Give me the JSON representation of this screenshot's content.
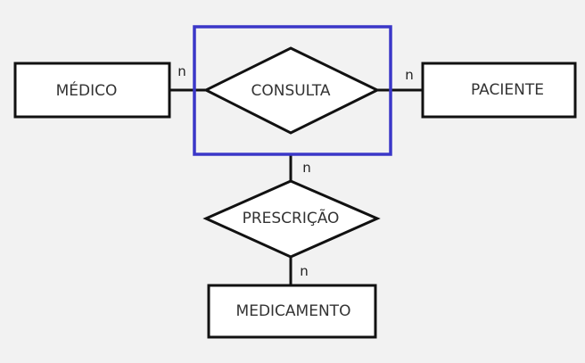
{
  "diagram": {
    "entities": {
      "medico": "MÉDICO",
      "paciente": "PACIENTE",
      "medicamento": "MEDICAMENTO"
    },
    "relationships": {
      "consulta": "CONSULTA",
      "prescricao": "PRESCRIÇÃO"
    },
    "cardinalities": {
      "medico_consulta": "n",
      "paciente_consulta": "n",
      "consulta_prescricao": "n",
      "medicamento_prescricao": "n"
    },
    "aggregation_color": "#3b37c8",
    "line_color": "#111111",
    "background_color": "#f2f2f2"
  }
}
